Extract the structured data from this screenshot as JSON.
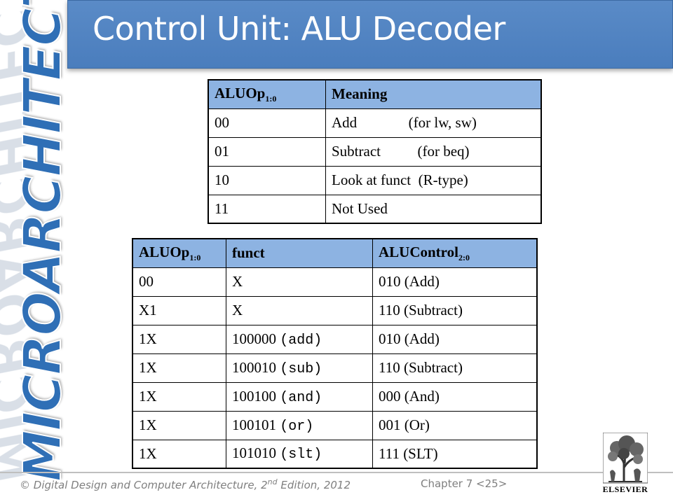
{
  "slide": {
    "title": "Control Unit: ALU Decoder",
    "side_logo": "MICROARCHITECTURE"
  },
  "colors": {
    "title_bar": "#4f81bd",
    "table_header": "#8db3e2",
    "logo_blue": "#2f6fb6",
    "footer_text": "#7f7f7f"
  },
  "table1": {
    "headers": {
      "col1_main": "ALUOp",
      "col1_sub": "1:0",
      "col2": "Meaning"
    },
    "rows": [
      {
        "aluop": "00",
        "meaning": "Add              (for lw, sw)"
      },
      {
        "aluop": "01",
        "meaning": "Subtract          (for beq)"
      },
      {
        "aluop": "10",
        "meaning": "Look at funct  (R-type)"
      },
      {
        "aluop": "11",
        "meaning": "Not Used"
      }
    ]
  },
  "table2": {
    "headers": {
      "col1_main": "ALUOp",
      "col1_sub": "1:0",
      "col2": "funct",
      "col3_main": "ALUControl",
      "col3_sub": "2:0"
    },
    "rows": [
      {
        "aluop": "00",
        "funct": "X",
        "funct_op": "",
        "control": "010 (Add)"
      },
      {
        "aluop": "X1",
        "funct": "X",
        "funct_op": "",
        "control": "110 (Subtract)"
      },
      {
        "aluop": "1X",
        "funct": "100000",
        "funct_op": "(add)",
        "control": "010 (Add)"
      },
      {
        "aluop": "1X",
        "funct": "100010",
        "funct_op": "(sub)",
        "control": "110 (Subtract)"
      },
      {
        "aluop": "1X",
        "funct": "100100",
        "funct_op": "(and)",
        "control": "000 (And)"
      },
      {
        "aluop": "1X",
        "funct": "100101",
        "funct_op": "(or)",
        "control": "001 (Or)"
      },
      {
        "aluop": "1X",
        "funct": "101010",
        "funct_op": "(slt)",
        "control": "111 (SLT)"
      }
    ]
  },
  "footer": {
    "copyright": "© Digital Design and Computer Architecture, 2",
    "edition_sup": "nd",
    "edition_rest": " Edition, 2012",
    "chapter": "Chapter 7 <25>",
    "publisher": "ELSEVIER"
  }
}
